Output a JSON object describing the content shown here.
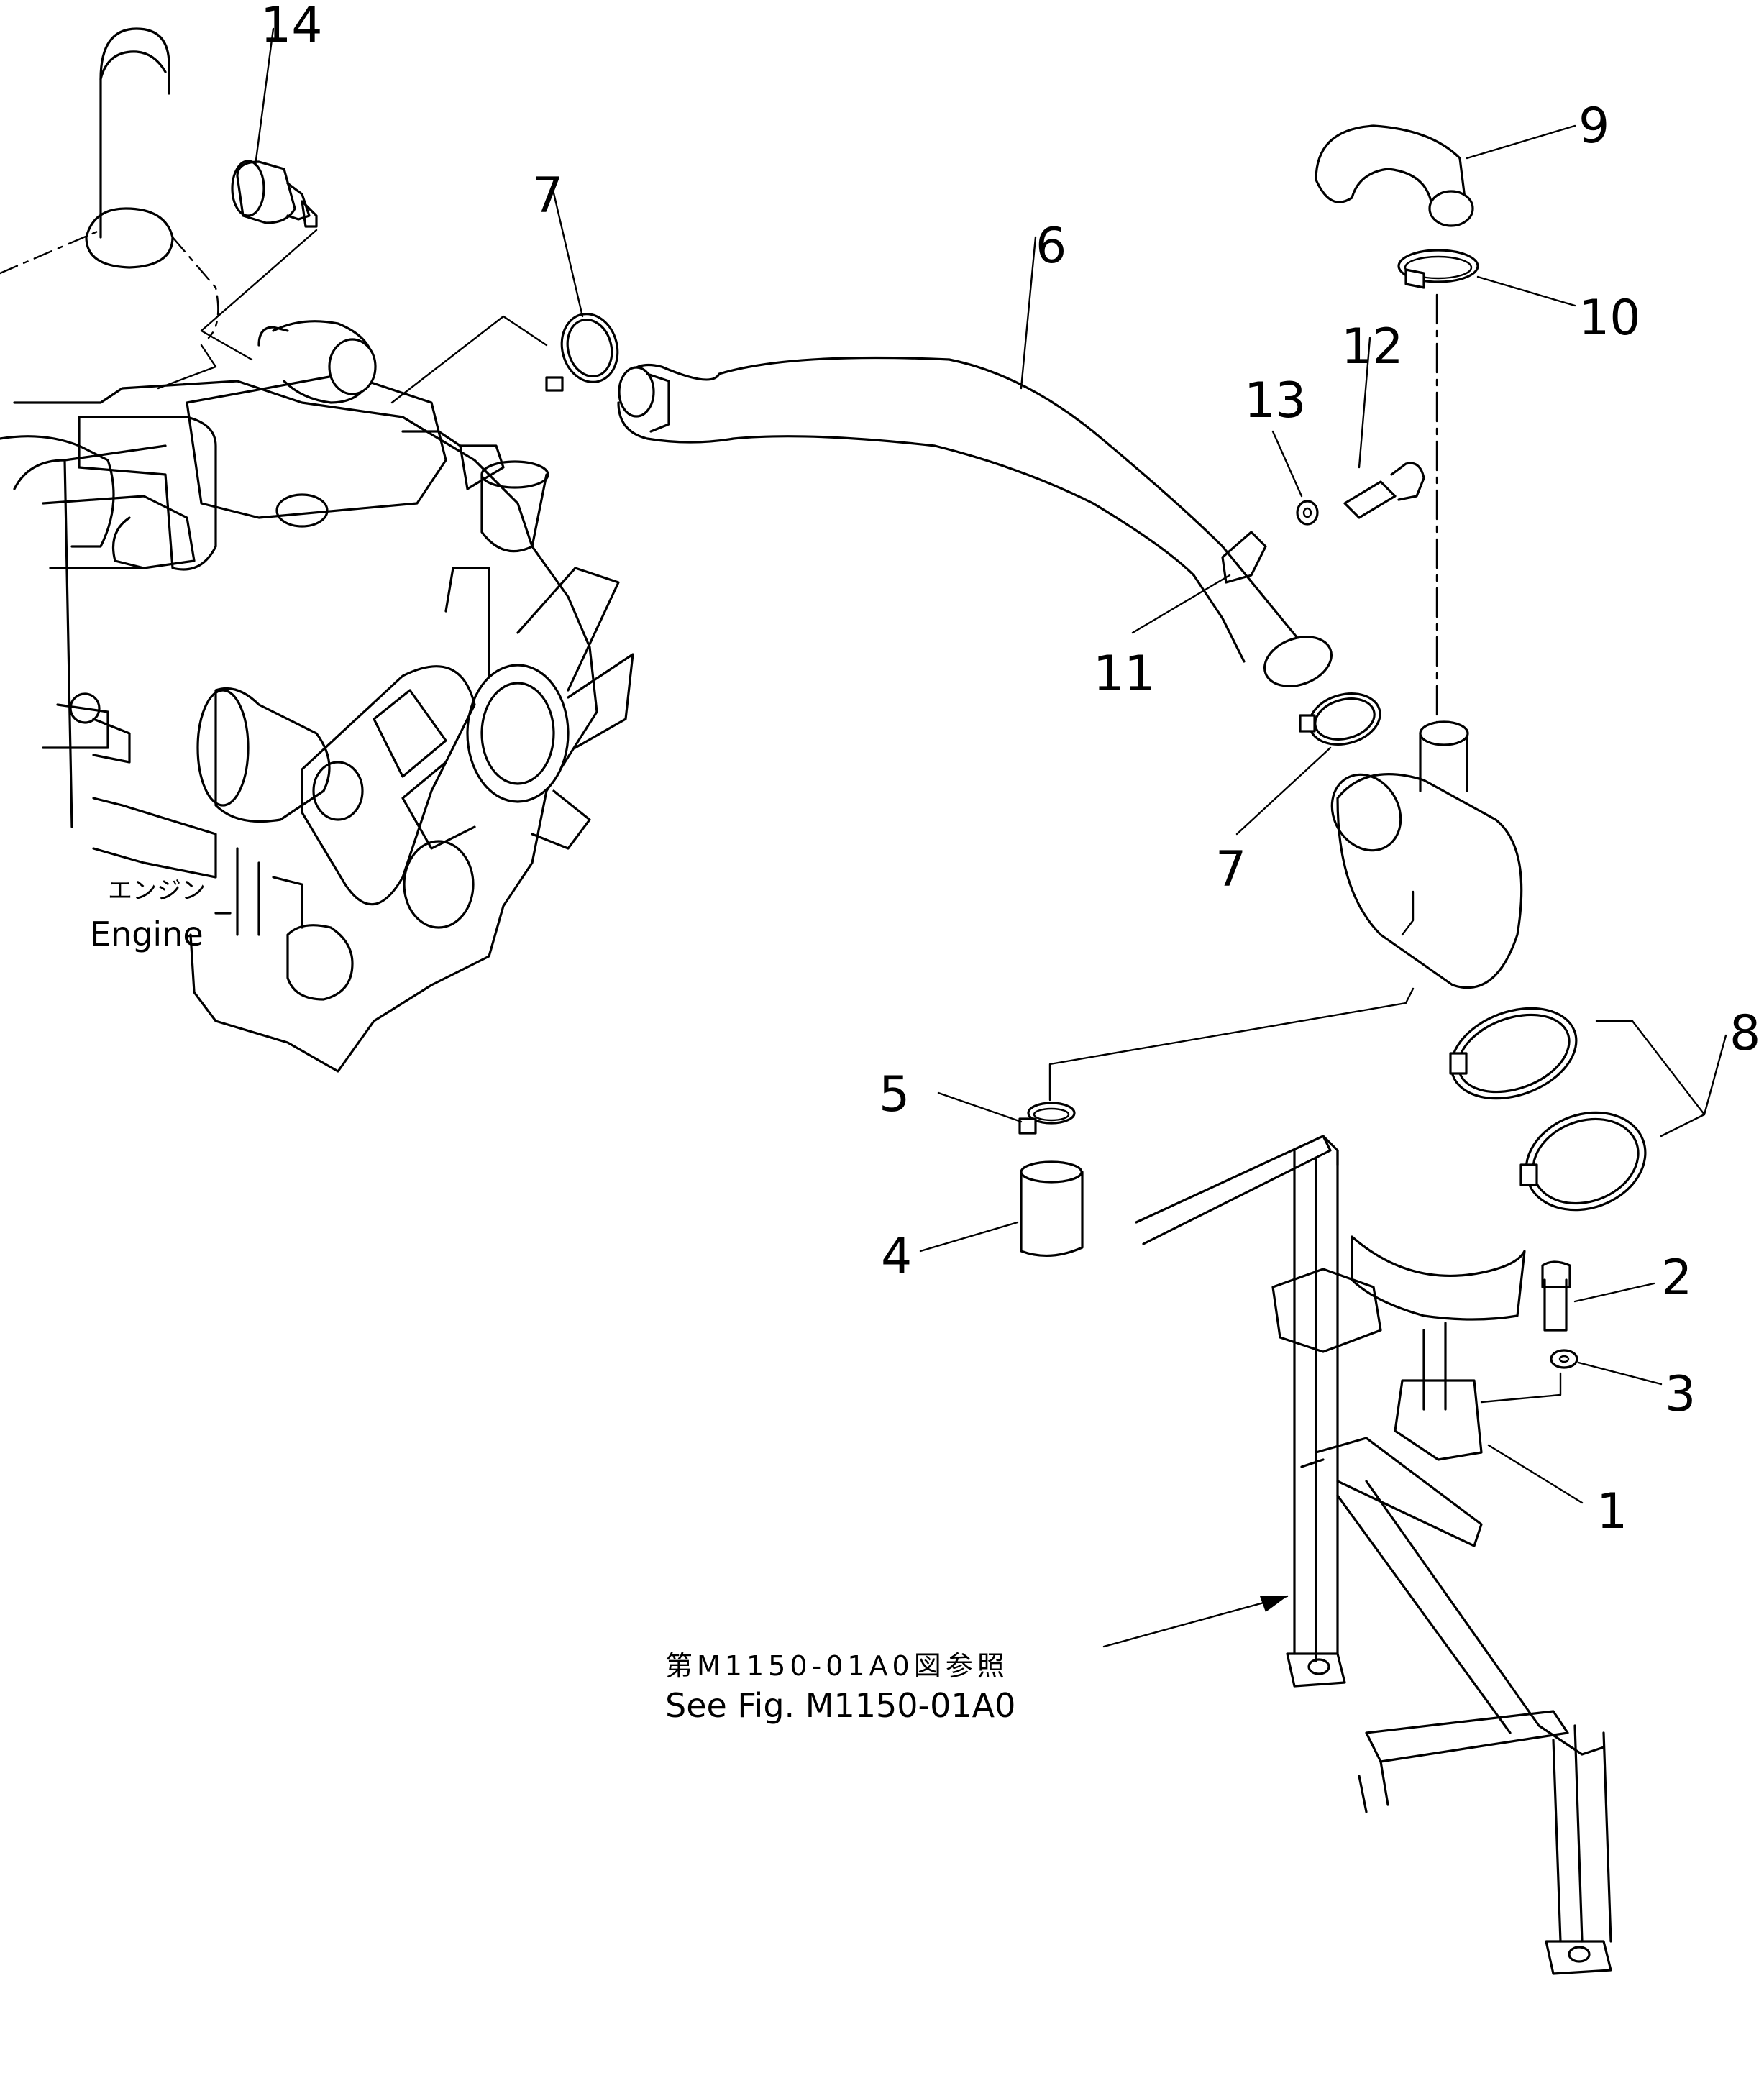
{
  "callouts": {
    "c1": "1",
    "c2": "2",
    "c3": "3",
    "c4": "4",
    "c5": "5",
    "c6": "6",
    "c7a": "7",
    "c7b": "7",
    "c8": "8",
    "c9": "9",
    "c10": "10",
    "c11": "11",
    "c12": "12",
    "c13": "13",
    "c14": "14"
  },
  "labels": {
    "engine_jp": "エンジン",
    "engine_en": "Engine",
    "see_fig_jp": "第M1150-01A0図参照",
    "see_fig_en": "See Fig. M1150-01A0"
  }
}
